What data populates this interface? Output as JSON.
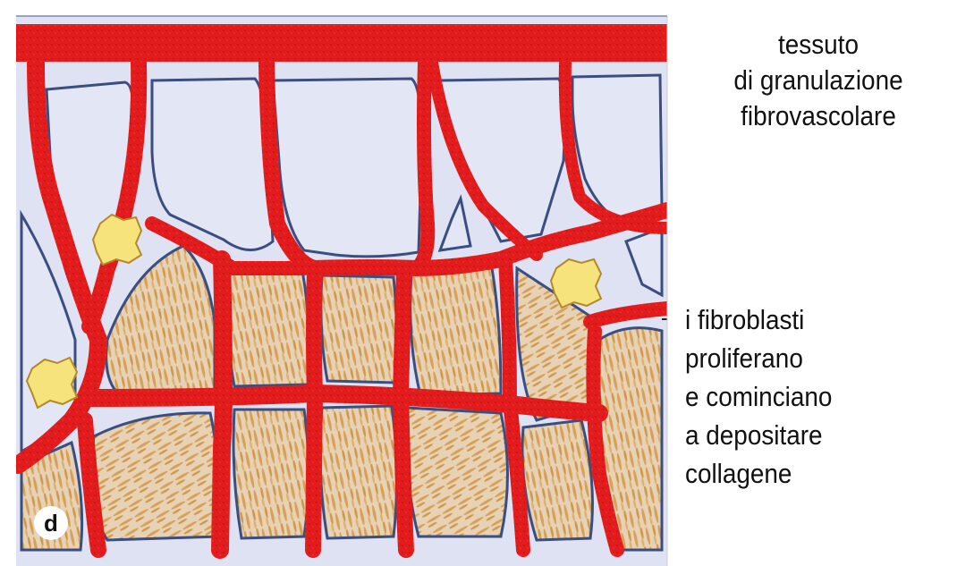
{
  "panel_letter": "d",
  "title_label": {
    "lines": [
      "tessuto",
      "di granulazione",
      "fibrovascolare"
    ]
  },
  "callout_label": {
    "lines": [
      "i fibroblasti",
      "proliferano",
      "e cominciano",
      "a depositare",
      "collagene"
    ]
  },
  "colors": {
    "vessel": "#e01b1b",
    "vessel_wall": "#5a6f96",
    "interstitium": "#dfe2f3",
    "collagen": "#d9a85a",
    "fibroblast": "#f5e27a"
  }
}
